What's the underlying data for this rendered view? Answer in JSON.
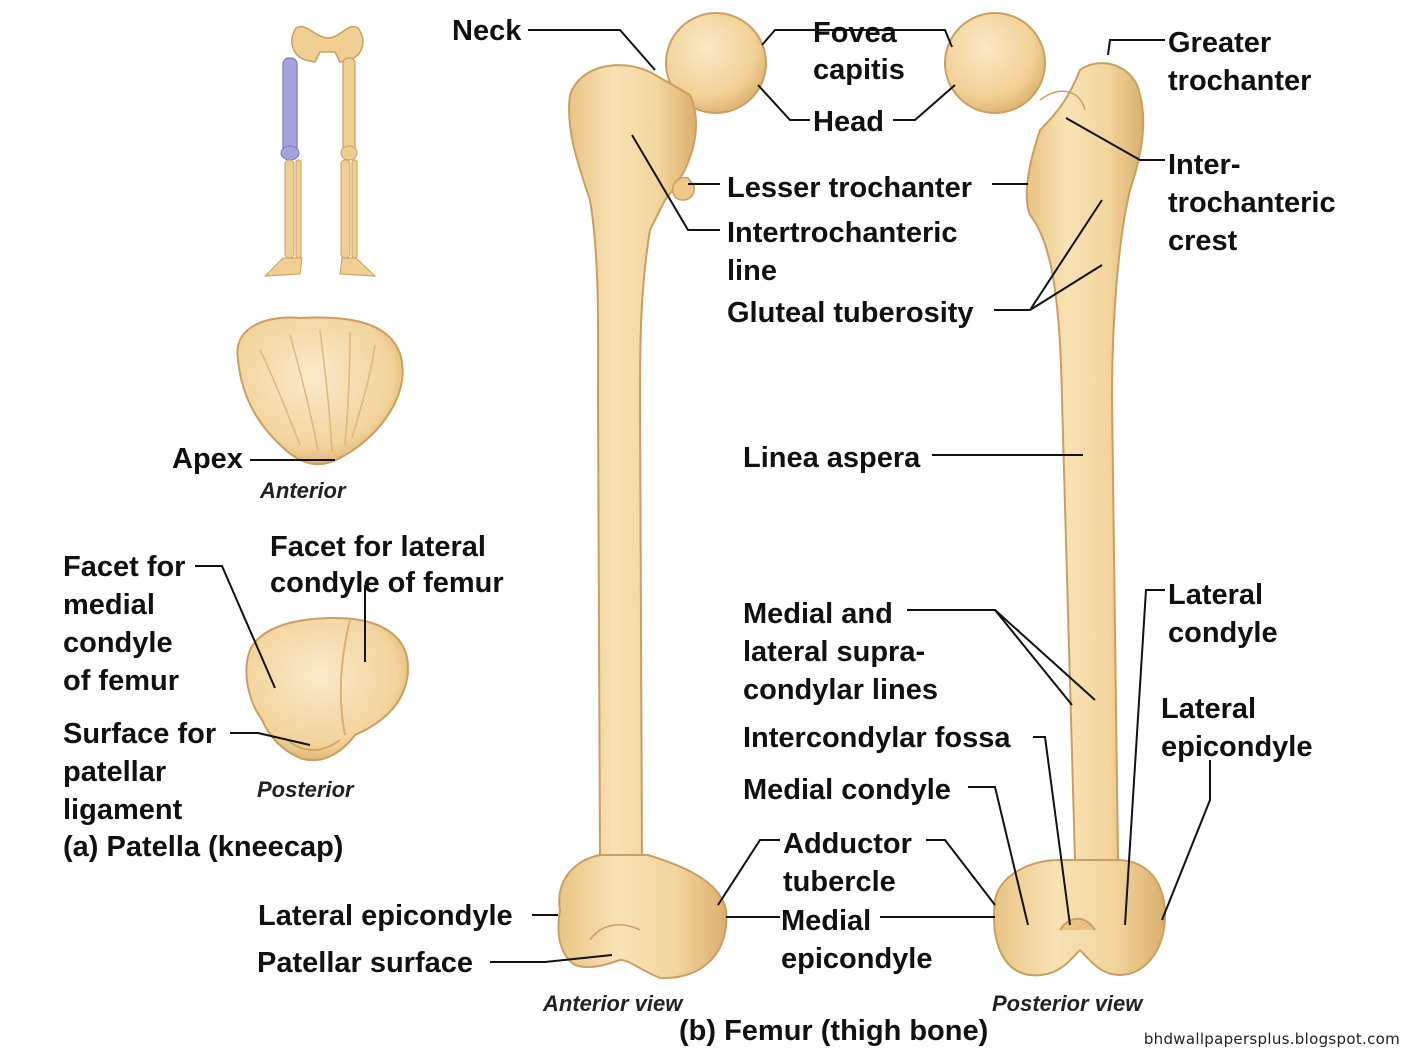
{
  "colors": {
    "bone_fill": "#F2D49A",
    "bone_edge": "#C9A062",
    "bone_shadow": "#DDB676",
    "highlight_femur": "#9E9BD8",
    "text": "#111111"
  },
  "patella": {
    "apex": "Apex",
    "anterior_caption": "Anterior",
    "facet_lateral_1": "Facet for lateral",
    "facet_lateral_2": "condyle of femur",
    "facet_medial_1": "Facet for",
    "facet_medial_2": "medial",
    "facet_medial_3": "condyle",
    "facet_medial_4": "of femur",
    "surface_1": "Surface for",
    "surface_2": "patellar",
    "surface_3": "ligament",
    "posterior_caption": "Posterior",
    "title": "(a) Patella (kneecap)"
  },
  "femur": {
    "neck": "Neck",
    "fovea_1": "Fovea",
    "fovea_2": "capitis",
    "head": "Head",
    "greater_1": "Greater",
    "greater_2": "trochanter",
    "inter_1": "Inter-",
    "inter_2": "trochanteric",
    "inter_3": "crest",
    "lesser": "Lesser trochanter",
    "intertroch_line_1": "Intertrochanteric",
    "intertroch_line_2": "line",
    "gluteal": "Gluteal tuberosity",
    "linea": "Linea aspera",
    "supra_1": "Medial and",
    "supra_2": "lateral supra-",
    "supra_3": "condylar lines",
    "intercondylar": "Intercondylar fossa",
    "medial_condyle": "Medial condyle",
    "lateral_condyle_1": "Lateral",
    "lateral_condyle_2": "condyle",
    "lateral_epi_right_1": "Lateral",
    "lateral_epi_right_2": "epicondyle",
    "adductor_1": "Adductor",
    "adductor_2": "tubercle",
    "medial_epi_1": "Medial",
    "medial_epi_2": "epicondyle",
    "lateral_epi_left": "Lateral epicondyle",
    "patellar_surface": "Patellar surface",
    "anterior_view": "Anterior view",
    "posterior_view": "Posterior view",
    "title": "(b) Femur (thigh bone)"
  },
  "watermark": "bhdwallpapersplus.blogspot.com"
}
